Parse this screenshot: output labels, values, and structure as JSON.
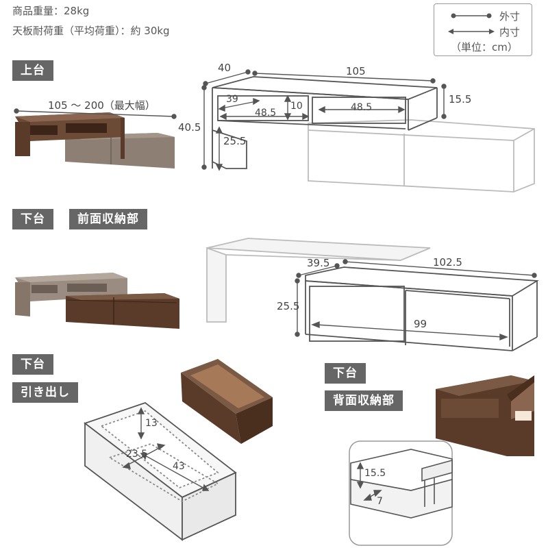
{
  "specs": {
    "weight": "商品重量：28kg",
    "load": "天板耐荷重（平均荷重）：約 30kg"
  },
  "legend": {
    "outer": "外寸",
    "inner": "内寸",
    "unit": "（単位：cm）"
  },
  "sections": {
    "upper": {
      "tag": "上台",
      "width_range": "105 ～ 200（最大幅）",
      "dims": {
        "depth": "40",
        "width": "105",
        "height_upper": "15.5",
        "total_height": "40.5",
        "leg_height": "25.5",
        "inner_depth": "39",
        "inner_height": "10",
        "inner_width_left": "48.5",
        "inner_width_right": "48.5"
      }
    },
    "lower_front": {
      "tag": "下台",
      "subtag": "前面収納部",
      "dims": {
        "depth": "39.5",
        "width": "102.5",
        "height": "25.5",
        "inner_width": "99"
      }
    },
    "drawer": {
      "tag": "下台",
      "subtag": "引き出し",
      "dims": {
        "height": "13",
        "width": "23.5",
        "depth": "43"
      }
    },
    "back": {
      "tag": "下台",
      "subtag": "背面収納部",
      "dims": {
        "height": "15.5",
        "depth": "7"
      }
    }
  },
  "colors": {
    "wood_dark": "#5a3a28",
    "wood_mid": "#7a5a44",
    "wood_grey": "#8a7b70",
    "tag_bg": "#666666",
    "line": "#555555"
  }
}
